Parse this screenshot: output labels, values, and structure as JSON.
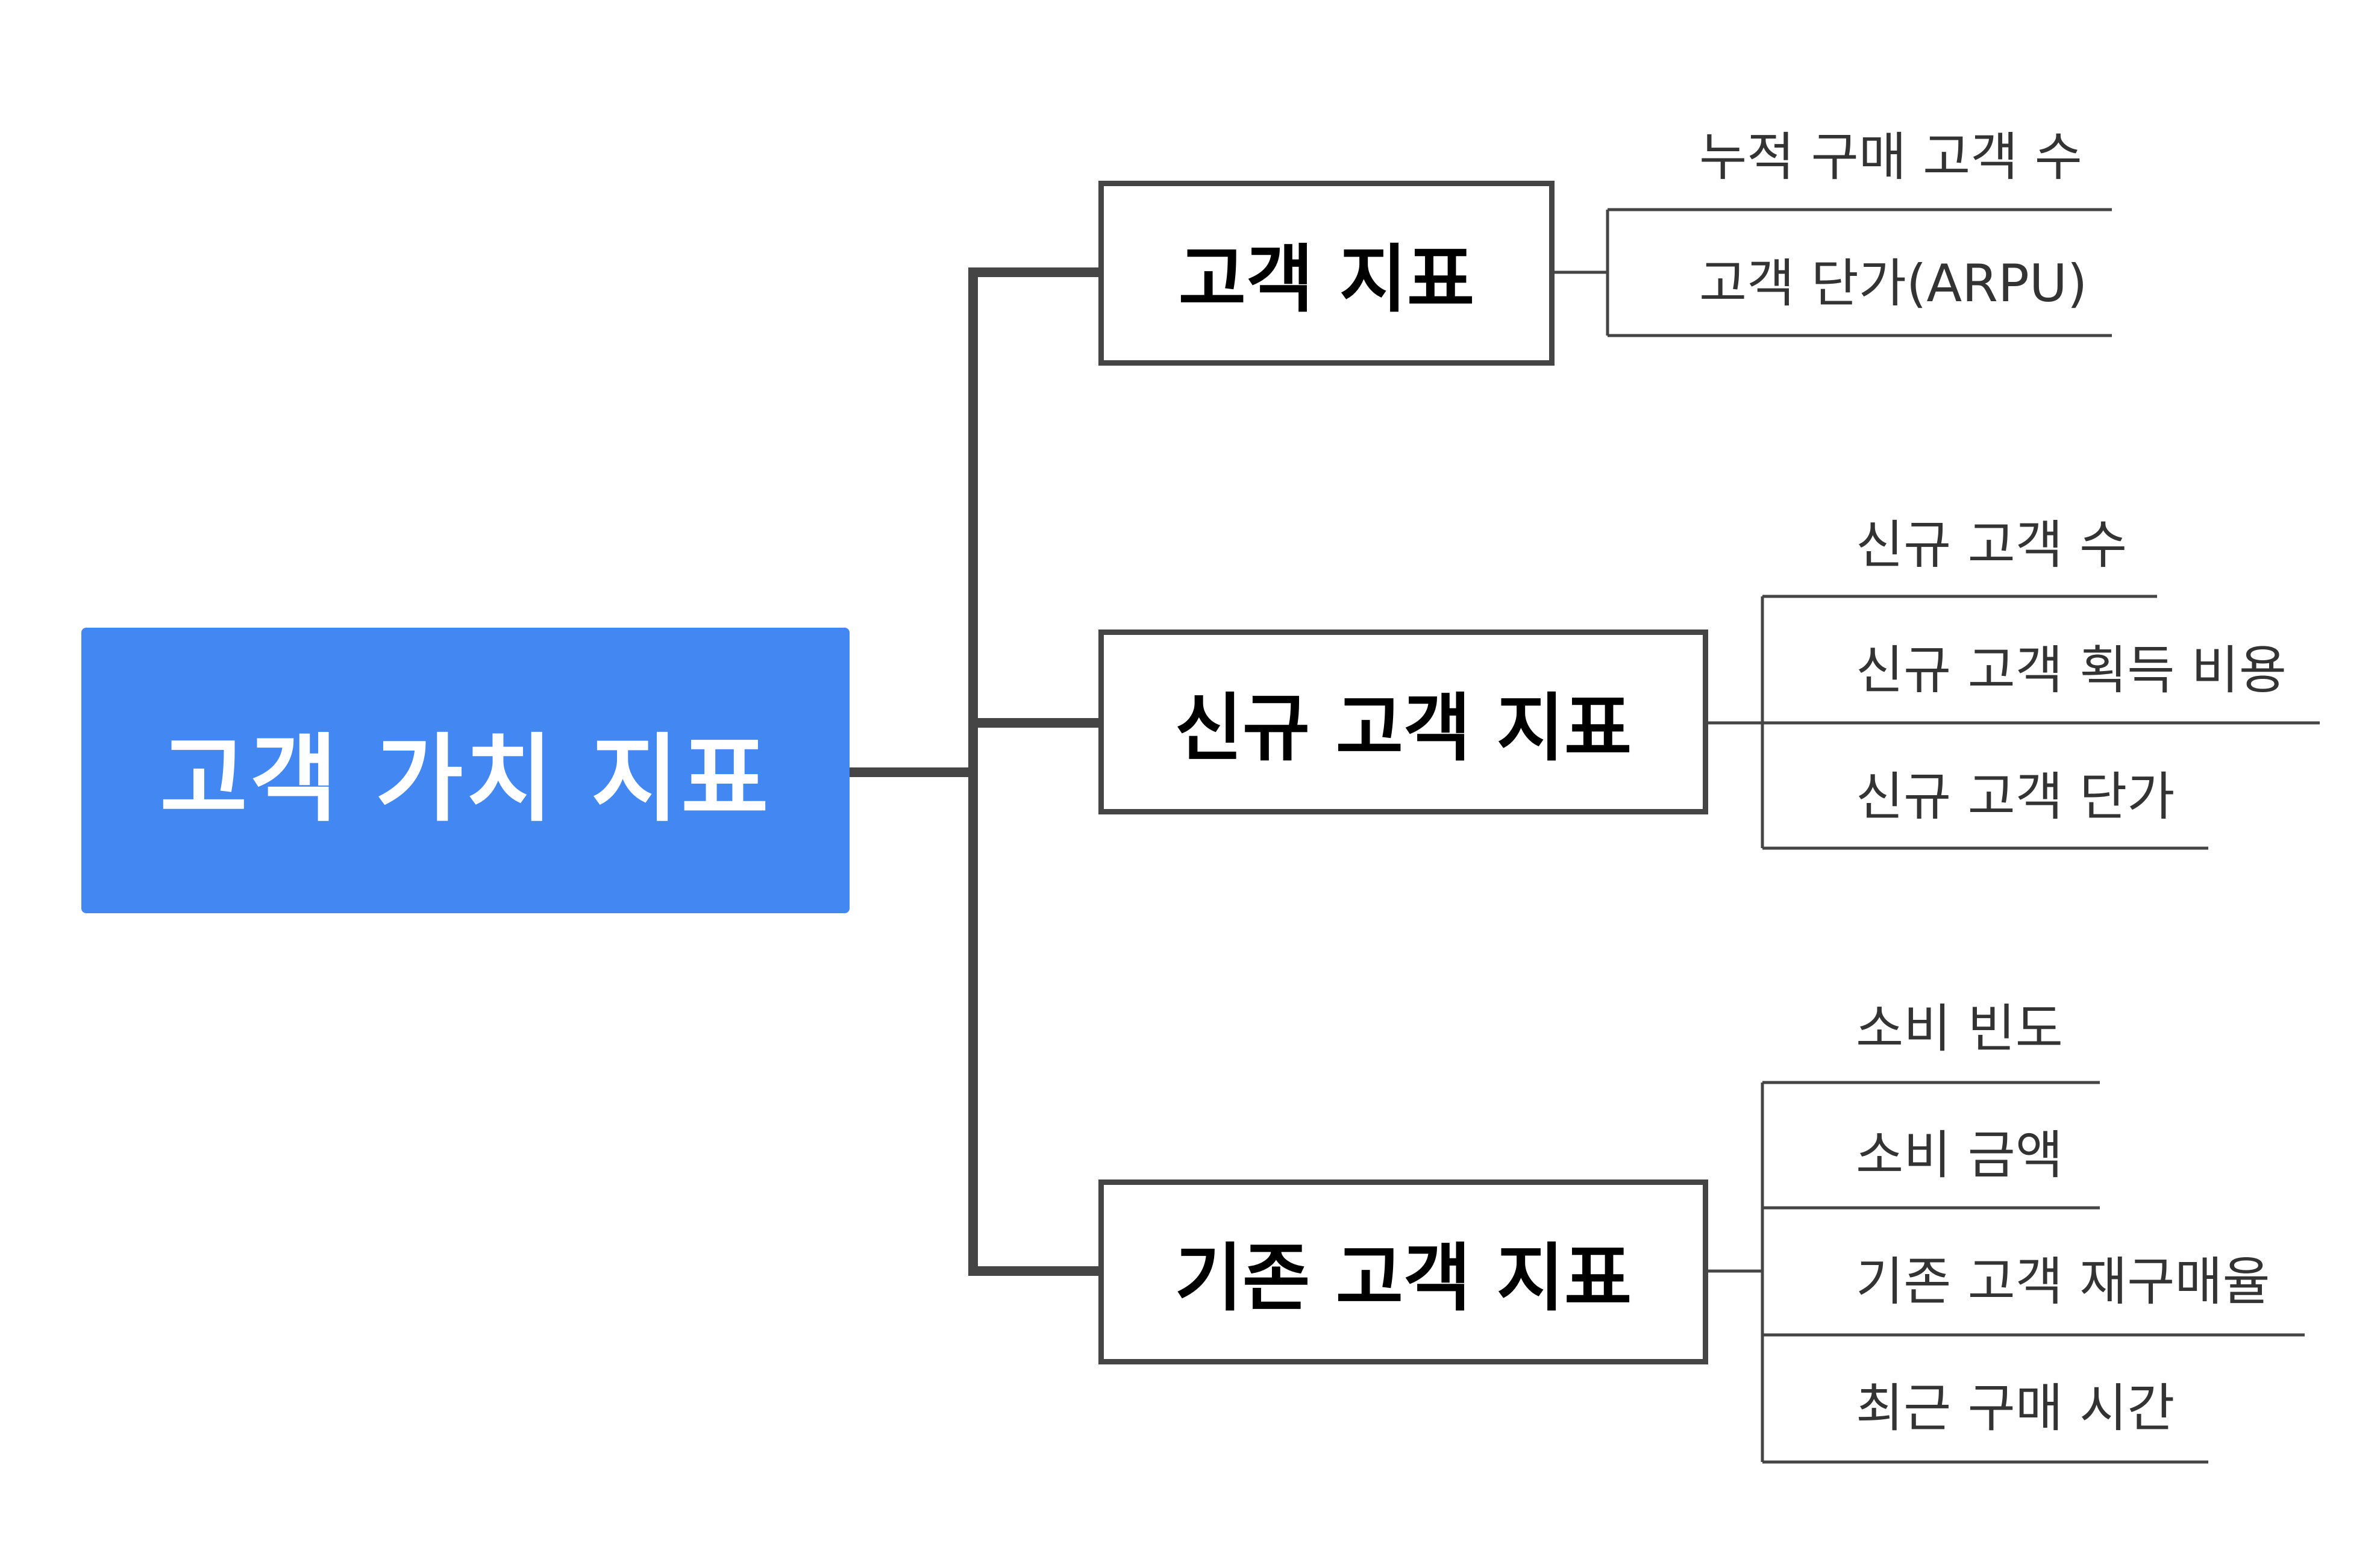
{
  "root": {
    "label": "고객 가치 지표"
  },
  "branches": [
    {
      "label": "고객 지표",
      "children": [
        "누적 구매 고객 수",
        "고객 단가(ARPU)"
      ]
    },
    {
      "label": "신규 고객 지표",
      "children": [
        "신규 고객 수",
        "신규 고객 획득 비용",
        "신규 고객 단가"
      ]
    },
    {
      "label": "기존 고객 지표",
      "children": [
        "소비 빈도",
        "소비 금액",
        "기존 고객 재구매율",
        "최근 구매 시간"
      ]
    }
  ],
  "colors": {
    "root_fill": "#4388f2",
    "root_text": "#ffffff",
    "connector": "#454545",
    "branch_text": "#000000",
    "leaf_text": "#333333"
  }
}
